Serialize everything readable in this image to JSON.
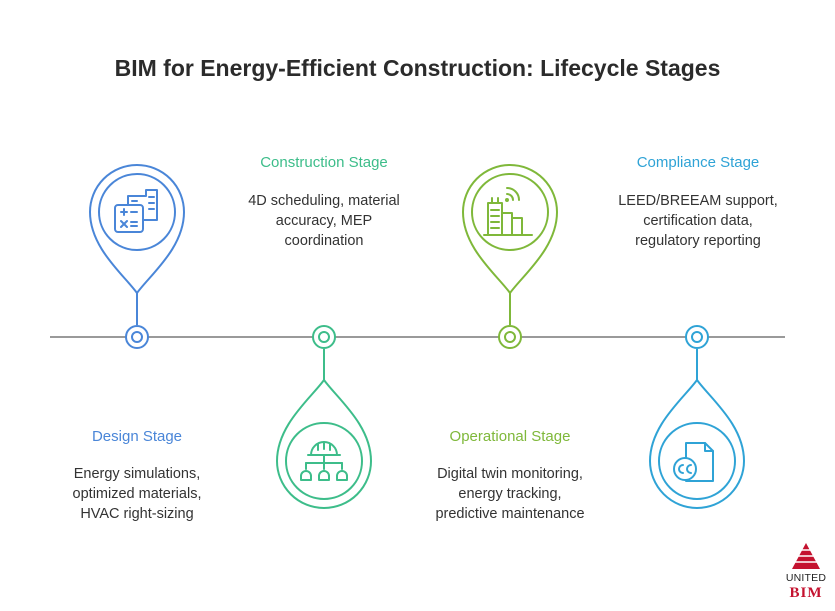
{
  "title": "BIM for Energy-Efficient Construction: Lifecycle Stages",
  "colors": {
    "design": "#4a86d8",
    "construction": "#3dbd8a",
    "operational": "#7fb83a",
    "compliance": "#2fa3d6",
    "axis": "#9a9a9a",
    "logo_red": "#c4122f"
  },
  "stages": [
    {
      "title": "Design Stage",
      "lines": [
        "Energy simulations,",
        "optimized materials,",
        "HVAC right-sizing"
      ],
      "icon": "calculator-building-icon"
    },
    {
      "title": "Construction Stage",
      "lines": [
        "4D scheduling, material",
        "accuracy, MEP",
        "coordination"
      ],
      "icon": "hardhat-hierarchy-icon"
    },
    {
      "title": "Operational Stage",
      "lines": [
        "Digital twin monitoring,",
        "energy tracking,",
        "predictive maintenance"
      ],
      "icon": "smart-building-icon"
    },
    {
      "title": "Compliance Stage",
      "lines": [
        "LEED/BREEAM support,",
        "certification data,",
        "regulatory reporting"
      ],
      "icon": "cc-document-icon"
    }
  ],
  "logo": {
    "line1": "UNITED",
    "line2": "BIM"
  }
}
